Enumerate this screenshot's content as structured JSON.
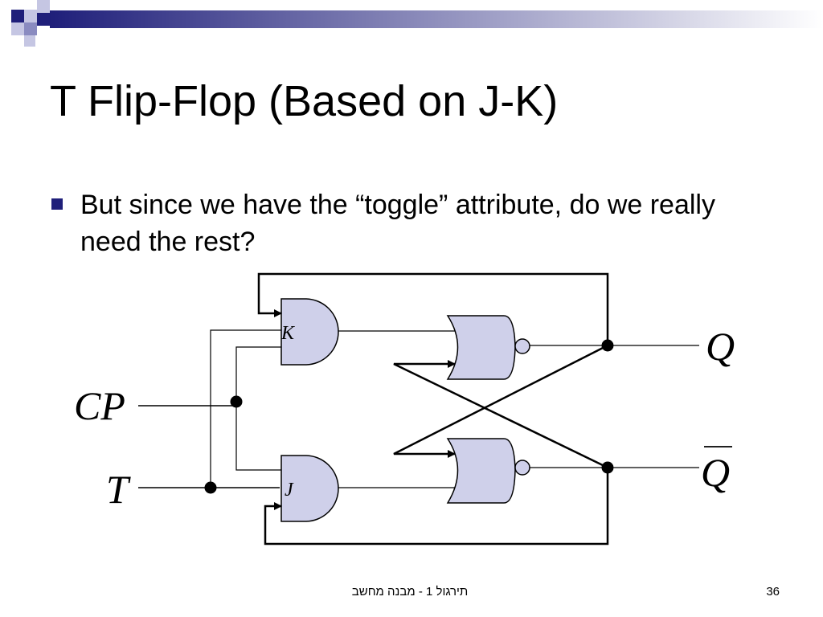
{
  "slide": {
    "title": "T Flip-Flop (Based on J-K)",
    "bullet": "But since we have the “toggle” attribute, do we really need the rest?",
    "footer": "תירגול 1 - מבנה מחשב",
    "page_number": "36"
  },
  "diagram": {
    "inputs": {
      "clock": "CP",
      "toggle": "T"
    },
    "outputs": {
      "q": "Q",
      "q_bar": "Q"
    },
    "gate_labels": {
      "top_and": "K",
      "bottom_and": "J"
    }
  },
  "colors": {
    "gate_fill": "#cfd0ea",
    "header_dark": "#1f1f7a",
    "header_light": "#b8b9dc",
    "wire": "#000000"
  }
}
